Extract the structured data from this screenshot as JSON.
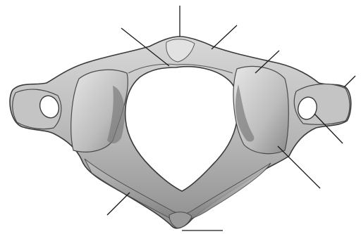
{
  "figure": {
    "subject": "atlas-vertebra-superior-view",
    "colors": {
      "background": "#ffffff",
      "bone_light": "#c9c9c9",
      "bone_mid": "#a9a9a9",
      "bone_dark": "#6f6f6f",
      "outline": "#3a3a3a",
      "leader_line": "#1a1a1a"
    },
    "labels": [
      {
        "id": "top-center",
        "text": ""
      },
      {
        "id": "upper-left",
        "text": ""
      },
      {
        "id": "upper-right",
        "text": ""
      },
      {
        "id": "right-facet",
        "text": ""
      },
      {
        "id": "right-transverse",
        "text": ""
      },
      {
        "id": "right-foramen",
        "text": ""
      },
      {
        "id": "lower-right",
        "text": ""
      },
      {
        "id": "lower-left",
        "text": ""
      },
      {
        "id": "bottom-center",
        "text": ""
      }
    ]
  }
}
